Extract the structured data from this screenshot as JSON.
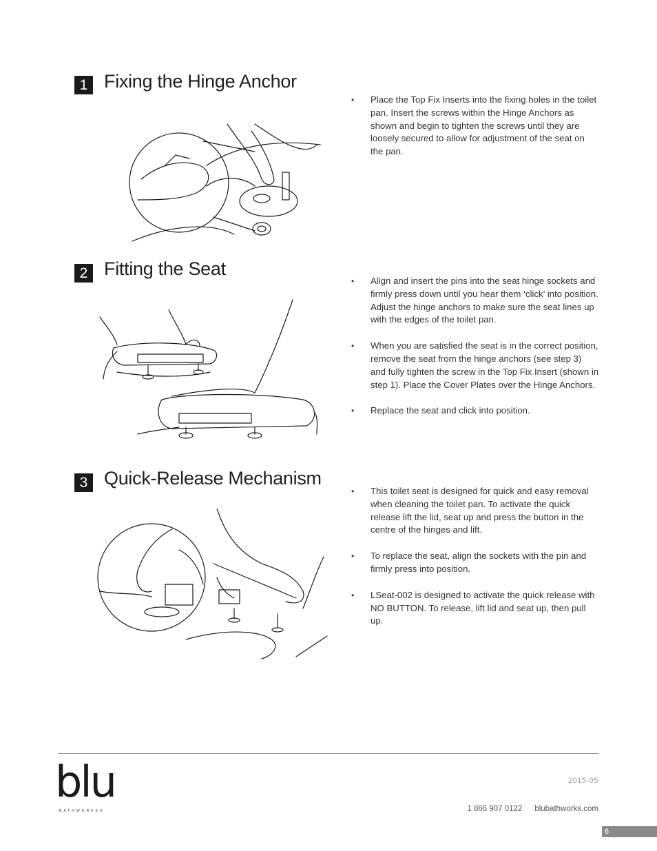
{
  "steps": [
    {
      "number": "1",
      "title": "Fixing the Hinge Anchor",
      "bullets": [
        "Place the Top Fix Inserts into the fixing holes in the toilet pan. Insert the screws within the Hinge Anchors as shown and begin to tighten the screws until they are loosely secured to allow for adjustment of the seat on the pan."
      ]
    },
    {
      "number": "2",
      "title": "Fitting the Seat",
      "bullets": [
        "Align and insert the pins into the seat hinge sockets and firmly press down until you hear them ‘click’ into position. Adjust the hinge anchors to make sure the seat lines up with the edges of the toilet pan.",
        "When you are satisfied the seat is in the correct position, remove the seat from the hinge anchors (see step 3) and fully tighten the screw in the Top Fix Insert (shown in step 1). Place the Cover Plates over the Hinge Anchors.",
        "Replace the seat and click into position."
      ]
    },
    {
      "number": "3",
      "title": "Quick-Release Mechanism",
      "bullets": [
        "This toilet seat is designed for quick and easy removal when cleaning the toilet pan. To activate the quick release lift the lid, seat up and press the button in the centre of the hinges and lift.",
        "To replace the seat, align the sockets with the pin and firmly press into position.",
        "LSeat-002 is designed to activate the quick release with NO BUTTON. To release, lift lid and seat up, then pull up."
      ]
    }
  ],
  "footer": {
    "logo_text": "blu",
    "logo_subtext": "BATHWORKS®",
    "date": "2015-05",
    "phone": "1 866 907 0122",
    "website": "blubathworks.com",
    "page_number": "6"
  },
  "colors": {
    "step_badge": "#1a1a1a",
    "text": "#333333",
    "page_tab": "#8a8a8a"
  }
}
